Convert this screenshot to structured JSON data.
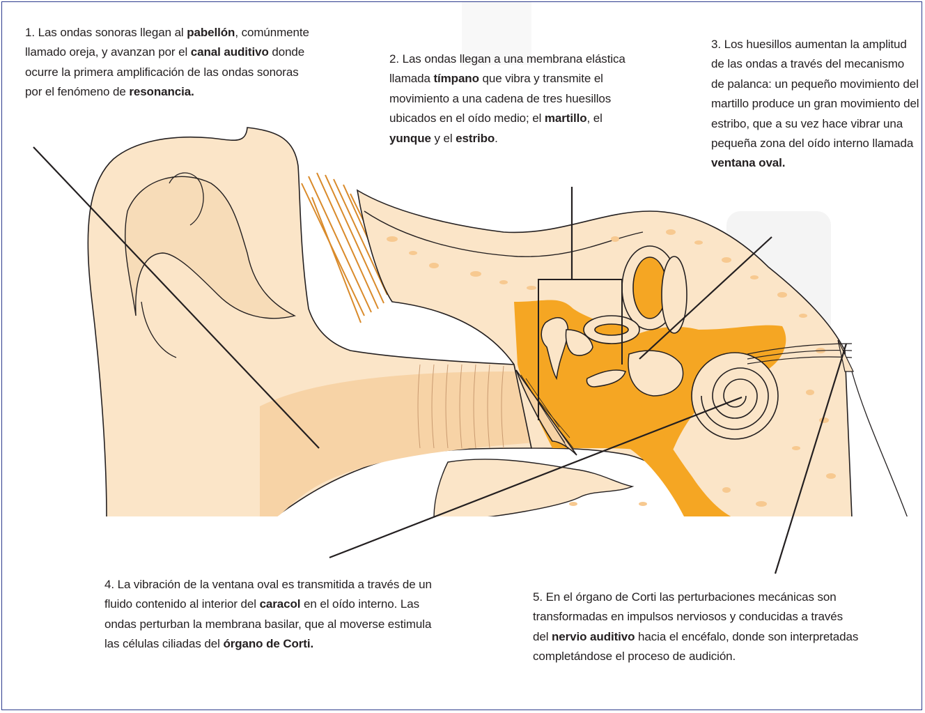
{
  "colors": {
    "skin": "#fbe5c8",
    "skin_mid": "#f7d3a6",
    "orange": "#f5a623",
    "bone_spot": "#f7c990",
    "line": "#231f20",
    "frame": "#2b3a8c",
    "watermark": "#f3f3f3"
  },
  "captions": [
    {
      "id": "pabellon",
      "parts": [
        {
          "t": "1. Las ondas sonoras llegan al "
        },
        {
          "t": "pabellón",
          "b": true
        },
        {
          "t": ", comúnmente llamado oreja, y avanzan por el "
        },
        {
          "t": "canal auditivo",
          "b": true
        },
        {
          "t": " donde ocurre la primera amplificación de las ondas sonoras por el fenómeno de "
        },
        {
          "t": "resonancia.",
          "b": true
        }
      ]
    },
    {
      "id": "timpano",
      "parts": [
        {
          "t": "2. Las ondas llegan a una membrana elástica llamada "
        },
        {
          "t": "tímpano",
          "b": true
        },
        {
          "t": " que vibra y transmite el movimiento a una cadena de tres huesillos ubicados en el oído medio; el "
        },
        {
          "t": "martillo",
          "b": true
        },
        {
          "t": ", el "
        },
        {
          "t": "yunque",
          "b": true
        },
        {
          "t": " y el "
        },
        {
          "t": "estribo",
          "b": true
        },
        {
          "t": "."
        }
      ]
    },
    {
      "id": "huesillos",
      "parts": [
        {
          "t": "3. Los huesillos aumentan la amplitud de las ondas a través del mecanismo de palanca: un pequeño movimiento del martillo produce un gran movimiento del estribo, que a su vez hace vibrar una pequeña zona del oído interno llamada "
        },
        {
          "t": "ventana oval.",
          "b": true
        }
      ]
    },
    {
      "id": "caracol",
      "parts": [
        {
          "t": "4. La vibración de la ventana oval es transmitida a través de un fluido contenido al interior del "
        },
        {
          "t": "caracol",
          "b": true
        },
        {
          "t": " en el oído interno. Las ondas perturban la membrana basilar, que al moverse estimula las células ciliadas del "
        },
        {
          "t": "órgano de Corti.",
          "b": true
        }
      ]
    },
    {
      "id": "corti",
      "parts": [
        {
          "t": "5. En el órgano de Corti las perturbaciones mecánicas son transformadas en impulsos nerviosos y conducidas a través del "
        },
        {
          "t": "nervio auditivo",
          "b": true
        },
        {
          "t": " hacia el encéfalo, donde son interpretadas completándose el proceso de audición."
        }
      ]
    }
  ]
}
